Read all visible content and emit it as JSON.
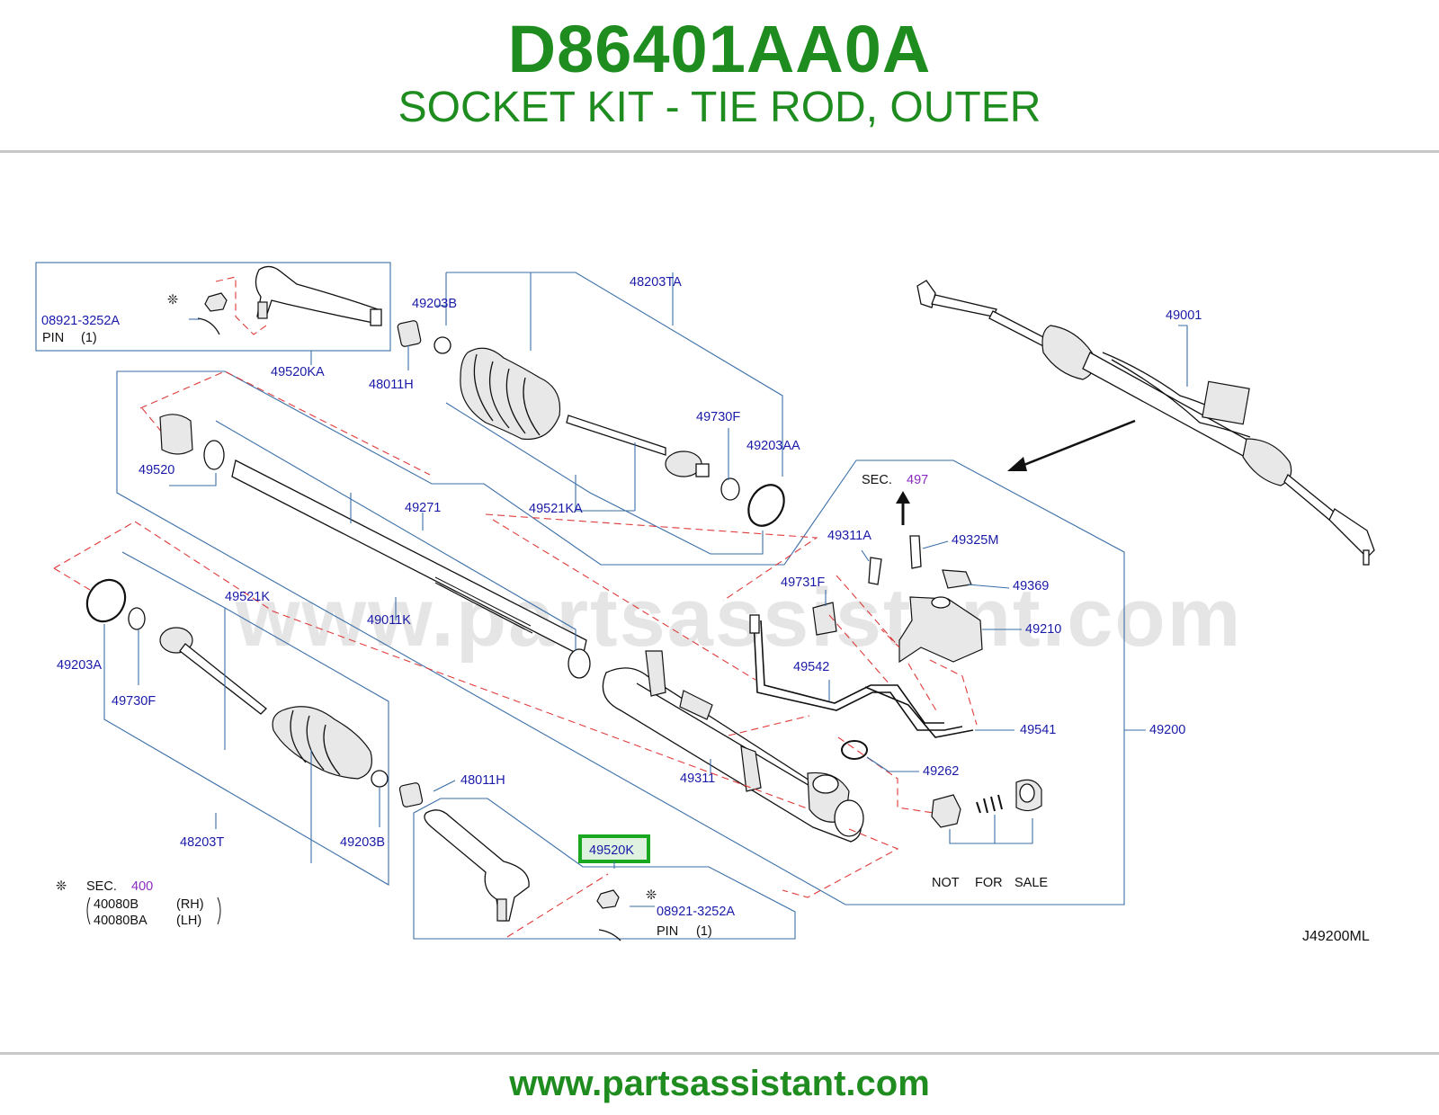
{
  "header": {
    "part_number": "D86401AA0A",
    "part_title": "SOCKET KIT - TIE ROD, OUTER"
  },
  "footer": {
    "url": "www.partsassistant.com"
  },
  "watermark": "www.partsassistant.com",
  "diagram": {
    "code": "J49200ML",
    "highlighted_part": "49520K",
    "labels": {
      "p08921_3252A_top": "08921-3252A",
      "pin_top": "PIN",
      "pin_top_qty": "(1)",
      "p49520KA": "49520KA",
      "p49203B_top": "49203B",
      "p48011H_top": "48011H",
      "p48203TA": "48203TA",
      "p49730F_top": "49730F",
      "p49203AA": "49203AA",
      "p49521KA": "49521KA",
      "p49520": "49520",
      "p49271": "49271",
      "p49001": "49001",
      "sec_top": "SEC.",
      "sec_top_num": "497",
      "p49311A": "49311A",
      "p49325M": "49325M",
      "p49369": "49369",
      "p49731F": "49731F",
      "p49210": "49210",
      "p49521K": "49521K",
      "p49011K": "49011K",
      "p49203A": "49203A",
      "p49542": "49542",
      "p49730F_low": "49730F",
      "p49541": "49541",
      "p49200": "49200",
      "p49262": "49262",
      "p49311": "49311",
      "p48011H_low": "48011H",
      "p48203T": "48203T",
      "p49203B_low": "49203B",
      "p49520K": "49520K",
      "not": "NOT",
      "for": "FOR",
      "sale": "SALE",
      "sec_bottom": "SEC.",
      "sec_bottom_num": "400",
      "p40080B": "40080B",
      "rh": "(RH)",
      "p40080BA": "40080BA",
      "lh": "(LH)",
      "p08921_3252A_low": "08921-3252A",
      "pin_low": "PIN",
      "pin_low_qty": "(1)",
      "asterisk": "❊"
    }
  },
  "colors": {
    "brand_green": "#1e8c1e",
    "label_blue": "#1a1aa8",
    "leader_blue": "#3a6ea8",
    "dashed_red": "#e03a3a",
    "section_purple": "#8a2bc0",
    "highlight_green": "#19a81f"
  }
}
